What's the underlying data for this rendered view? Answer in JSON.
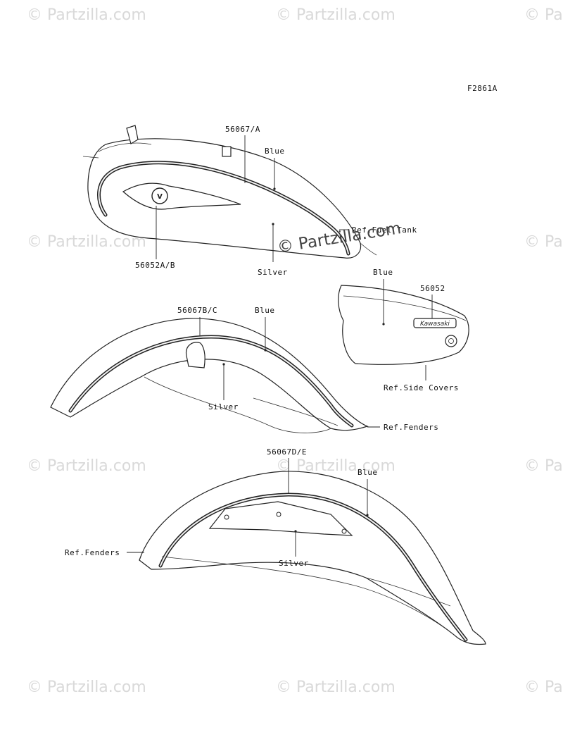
{
  "figure_code": "F2861A",
  "watermark": {
    "text": "© Partzilla.com",
    "center_text": "© Partzilla.com"
  },
  "callouts": {
    "tank_part": "56067/A",
    "tank_blue": "Blue",
    "tank_ref": "Ref.Fuel Tank",
    "tank_silver": "Silver",
    "tank_emblem": "56052A/B",
    "side_blue": "Blue",
    "side_part": "56052",
    "side_ref": "Ref.Side Covers",
    "front_part": "56067B/C",
    "front_blue": "Blue",
    "front_silver": "Silver",
    "front_ref": "Ref.Fenders",
    "rear_part": "56067D/E",
    "rear_blue": "Blue",
    "rear_silver": "Silver",
    "rear_ref": "Ref.Fenders"
  },
  "emblems": {
    "side_cover_logo": "Kawasaki",
    "tank_badge": "V"
  }
}
